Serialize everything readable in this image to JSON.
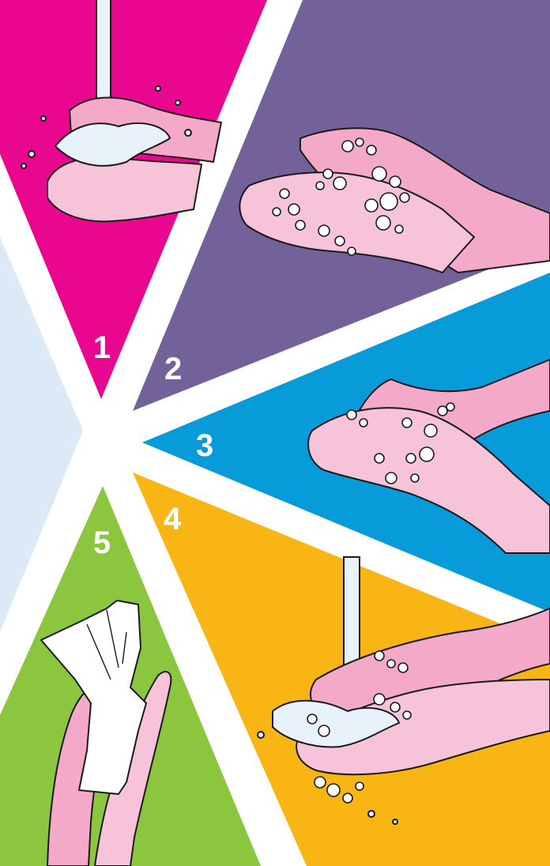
{
  "steps": [
    {
      "number": "1",
      "color": "#e8078e",
      "icon": "running-water-rinse-icon"
    },
    {
      "number": "2",
      "color": "#73629a",
      "icon": "lather-soap-icon"
    },
    {
      "number": "3",
      "color": "#079bd9",
      "icon": "scrub-between-fingers-icon"
    },
    {
      "number": "4",
      "color": "#f8b514",
      "icon": "rinse-hands-icon"
    },
    {
      "number": "5",
      "color": "#8cc63f",
      "icon": "dry-with-towel-icon"
    }
  ],
  "colors": {
    "background_left": "#dbeaf6",
    "divider": "#ffffff",
    "skin": "#f7c3d9",
    "skin_shade": "#f4a9c9",
    "water": "#e7f2fb"
  }
}
